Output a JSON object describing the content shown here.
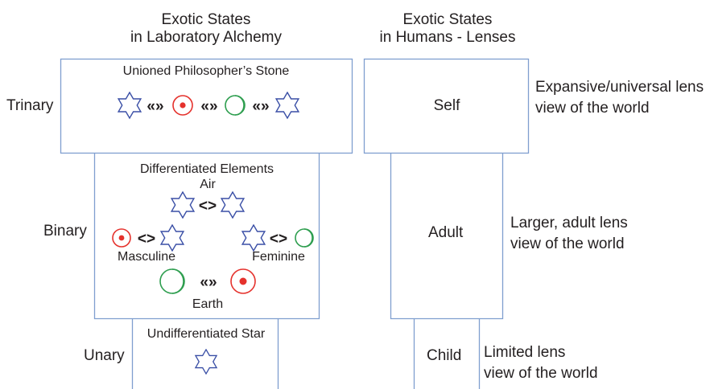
{
  "left": {
    "heading": [
      "Exotic States",
      "in Laboratory Alchemy"
    ],
    "trinary": {
      "level_label": "Trinary",
      "box_label": "Unioned Philosopher’s Stone"
    },
    "binary": {
      "level_label": "Binary",
      "box_label": "Differentiated Elements",
      "air_label": "Air",
      "masculine_label": "Masculine",
      "feminine_label": "Feminine",
      "earth_label": "Earth"
    },
    "unary": {
      "level_label": "Unary",
      "box_label": "Undifferentiated Star"
    }
  },
  "right": {
    "heading": [
      "Exotic States",
      "in Humans - Lenses"
    ],
    "self": {
      "label": "Self",
      "description": [
        "Expansive/universal lens",
        "view of the world"
      ]
    },
    "adult": {
      "label": "Adult",
      "description": [
        "Larger, adult lens",
        "view of the world"
      ]
    },
    "child": {
      "label": "Child",
      "description": [
        "Limited lens",
        "view of the world"
      ]
    }
  },
  "symbols": {
    "double_link": "«»",
    "single_link": "<>"
  },
  "colors": {
    "box_stroke": "#7f9fcf",
    "star": "#3a4fa6",
    "sun": "#e5322d",
    "moon": "#2e9e4f",
    "text": "#231f20"
  }
}
